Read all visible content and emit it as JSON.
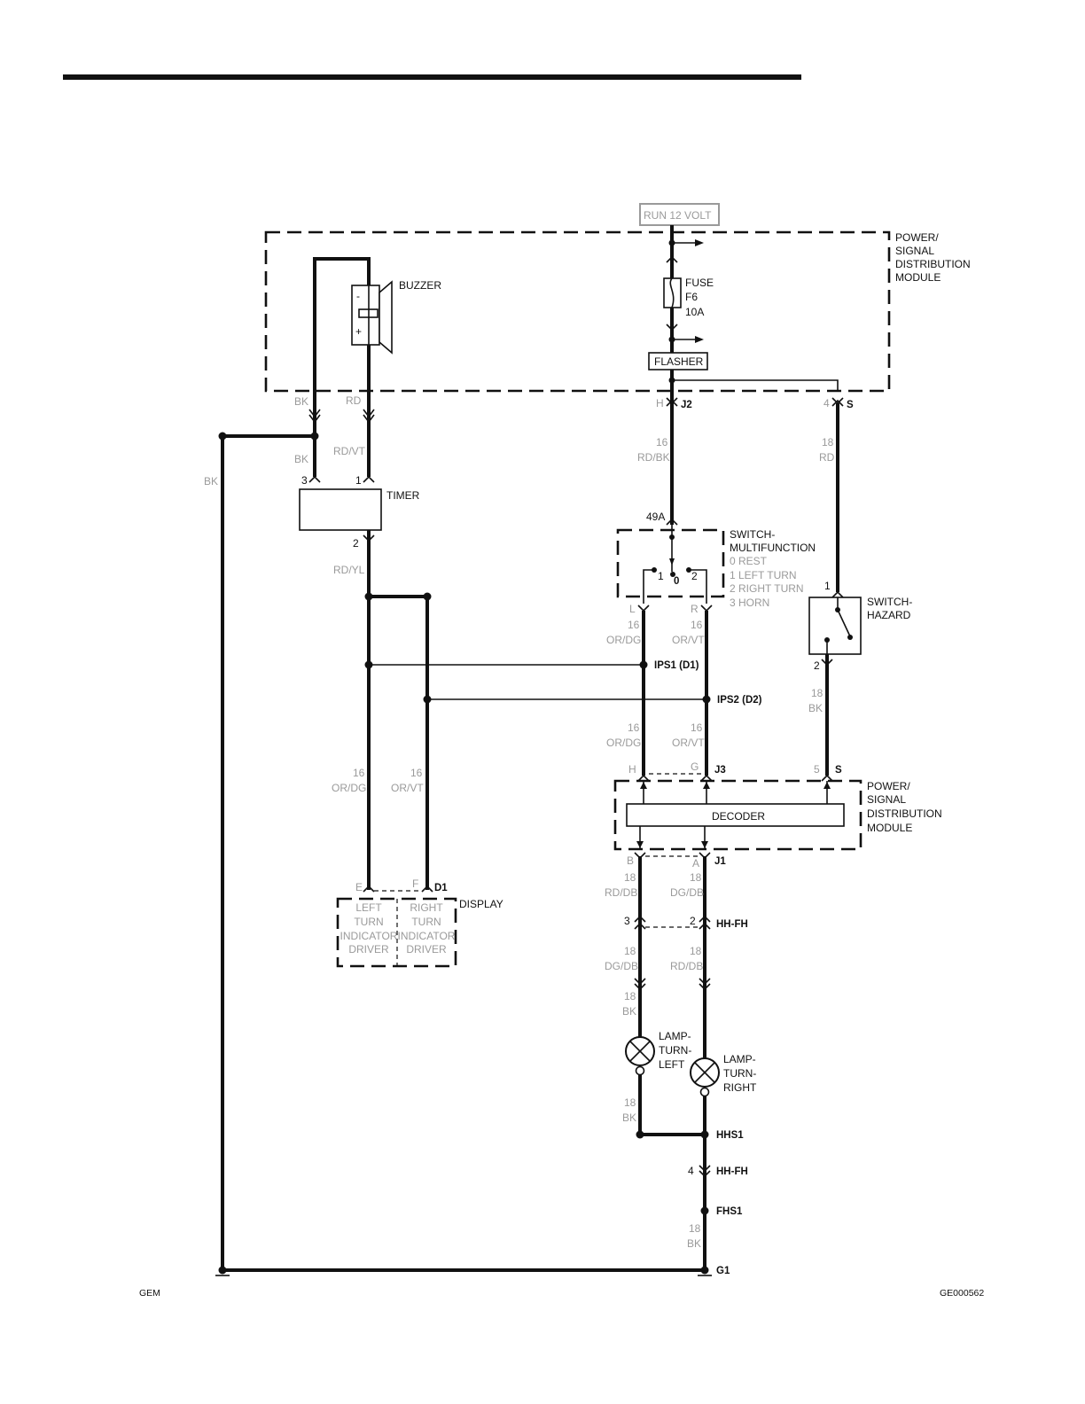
{
  "diagram_id": "GE000562",
  "footer_left": "GEM",
  "power_source": "RUN 12 VOLT",
  "modules": {
    "pdm_top": [
      "POWER/",
      "SIGNAL",
      "DISTRIBUTION",
      "MODULE"
    ],
    "pdm_bottom": [
      "POWER/",
      "SIGNAL",
      "DISTRIBUTION",
      "MODULE"
    ],
    "buzzer": "BUZZER",
    "fuse": [
      "FUSE",
      "F6",
      "10A"
    ],
    "flasher": "FLASHER",
    "timer": "TIMER",
    "switch_multifunction": [
      "SWITCH-",
      "MULTIFUNCTION",
      "0 REST",
      "1 LEFT TURN",
      "2 RIGHT TURN",
      "3 HORN"
    ],
    "switch_hazard": [
      "SWITCH-",
      "HAZARD"
    ],
    "decoder": "DECODER",
    "display": "DISPLAY",
    "display_left": [
      "LEFT",
      "TURN",
      "INDICATOR",
      "DRIVER"
    ],
    "display_right": [
      "RIGHT",
      "TURN",
      "INDICATOR",
      "DRIVER"
    ],
    "lamp_left": [
      "LAMP-",
      "TURN-",
      "LEFT"
    ],
    "lamp_right": [
      "LAMP-",
      "TURN-",
      "RIGHT"
    ]
  },
  "connectors": {
    "j2": "J2",
    "s_top": "S",
    "j3": "J3",
    "s_bottom": "S",
    "j1": "J1",
    "d1": "D1",
    "hh_fh_1": "HH-FH",
    "hh_fh_2": "HH-FH",
    "hhs1": "HHS1",
    "fhs1": "FHS1",
    "g1": "G1",
    "ips1": "IPS1 (D1)",
    "ips2": "IPS2 (D2)"
  },
  "pins": {
    "buzzer_minus": "-",
    "buzzer_plus": "+",
    "h_j2": "H",
    "p4_s": "4",
    "timer_3": "3",
    "timer_1": "1",
    "timer_2": "2",
    "p49a": "49A",
    "sw_1": "1",
    "sw_0": "0",
    "sw_2": "2",
    "sw_l": "L",
    "sw_r": "R",
    "haz_1": "1",
    "haz_2": "2",
    "j3_h": "H",
    "j3_g": "G",
    "s_5": "5",
    "j1_b": "B",
    "j1_a": "A",
    "disp_e": "E",
    "disp_f": "F",
    "hh_3": "3",
    "hh_2": "2",
    "hh_4": "4"
  },
  "wires": {
    "bk_top": "BK",
    "rd_top": "RD",
    "bk_mid": "BK",
    "bk_left": "BK",
    "rdvt": "RD/VT",
    "j2_gauge": "16",
    "j2_color": "RD/BK",
    "s_gauge": "18",
    "s_color": "RD",
    "rdyl": "RD/YL",
    "ordg_top_g": "16",
    "ordg_top_c": "OR/DG",
    "orvt_top_g": "16",
    "orvt_top_c": "OR/VT",
    "haz_gauge": "18",
    "haz_color": "BK",
    "ordg_mid_g": "16",
    "ordg_mid_c": "OR/DG",
    "orvt_mid_g": "16",
    "orvt_mid_c": "OR/VT",
    "ordg_left_g": "16",
    "ordg_left_c": "OR/DG",
    "orvt_left_g": "16",
    "orvt_left_c": "OR/VT",
    "rddb_a_g": "18",
    "rddb_a_c": "RD/DB",
    "dgdb_a_g": "18",
    "dgdb_a_c": "DG/DB",
    "dgdb_b_g": "18",
    "dgdb_b_c": "DG/DB",
    "rddb_b_g": "18",
    "rddb_b_c": "RD/DB",
    "bk_lamp_g": "18",
    "bk_lamp_c": "BK",
    "bk_lamp2_g": "18",
    "bk_lamp2_c": "BK",
    "bk_g1_g": "18",
    "bk_g1_c": "BK"
  }
}
